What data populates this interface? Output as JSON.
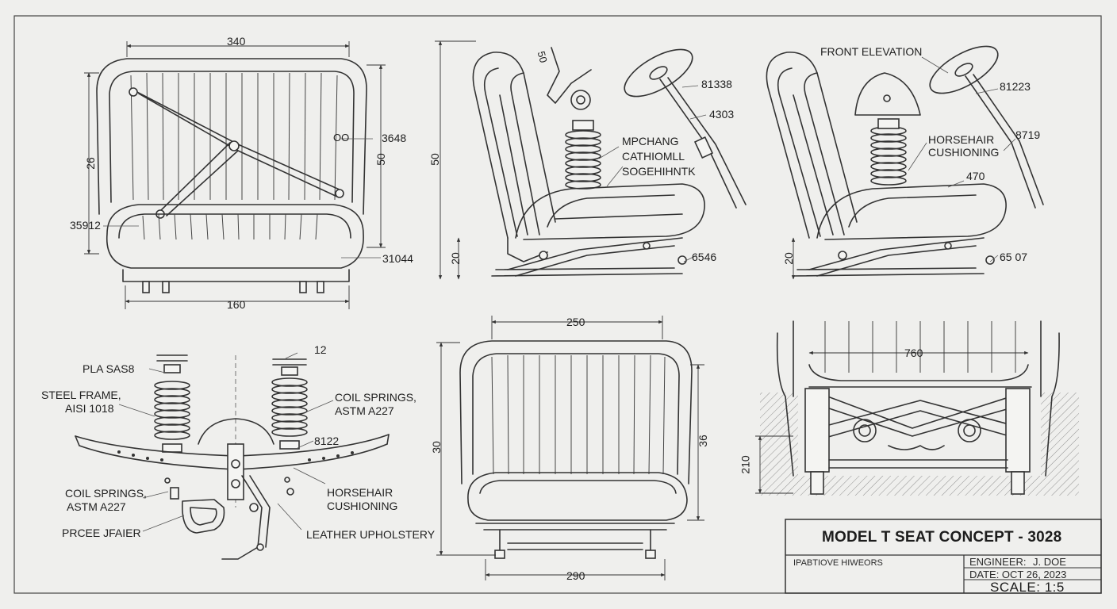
{
  "title_block": {
    "title": "MODEL T SEAT CONCEPT - 3028",
    "engineer_label": "ENGINEER:",
    "engineer_name": "J. DOE",
    "drawn_note": "IPABTIOVE HIWEORS",
    "date": "DATE: OCT 26, 2023",
    "scale": "SCALE: 1:5"
  },
  "view_rear": {
    "dim_top": "340",
    "dim_bottom": "160",
    "dim_left": "26",
    "dim_right": "50",
    "callout_35912": "35912",
    "callout_3648": "3648",
    "callout_00": "OO",
    "callout_31044": "31044"
  },
  "view_side_1": {
    "dim_height": "50",
    "dim_base": "20",
    "callout_top": "50",
    "callout_81338": "81338",
    "callout_4303": "4303",
    "label_line1": "MPCHANG",
    "label_line2": "CATHIOMLL",
    "label_line3": "SOGEHIHNTK",
    "callout_6546": "6546"
  },
  "view_side_2": {
    "title": "FRONT ELEVATION",
    "callout_81223": "81223",
    "callout_8719": "8719",
    "label_horsehair": "HORSEHAIR\nCUSHIONING",
    "callout_470": "470",
    "dim_base": "20",
    "callout_6507": "65 07"
  },
  "view_exploded": {
    "callout_12": "12",
    "label_pla": "PLA SAS8",
    "label_steel_frame_1": "STEEL FRAME,",
    "label_steel_frame_2": "AISI 1018",
    "label_coil_right_1": "COIL SPRINGS,",
    "label_coil_right_2": "ASTM A227",
    "callout_8122": "8122",
    "label_coil_left_1": "COIL SPRINGS,",
    "label_coil_left_2": "ASTM A227",
    "label_horsehair_1": "HORSEHAIR",
    "label_horsehair_2": "CUSHIONING",
    "label_prcee": "PRCEE JFAIER",
    "label_leather": "LEATHER UPHOLSTERY"
  },
  "view_front": {
    "dim_top": "250",
    "dim_bottom": "290",
    "dim_left": "30",
    "dim_right": "36"
  },
  "view_section": {
    "dim_top": "760",
    "dim_left": "210"
  }
}
